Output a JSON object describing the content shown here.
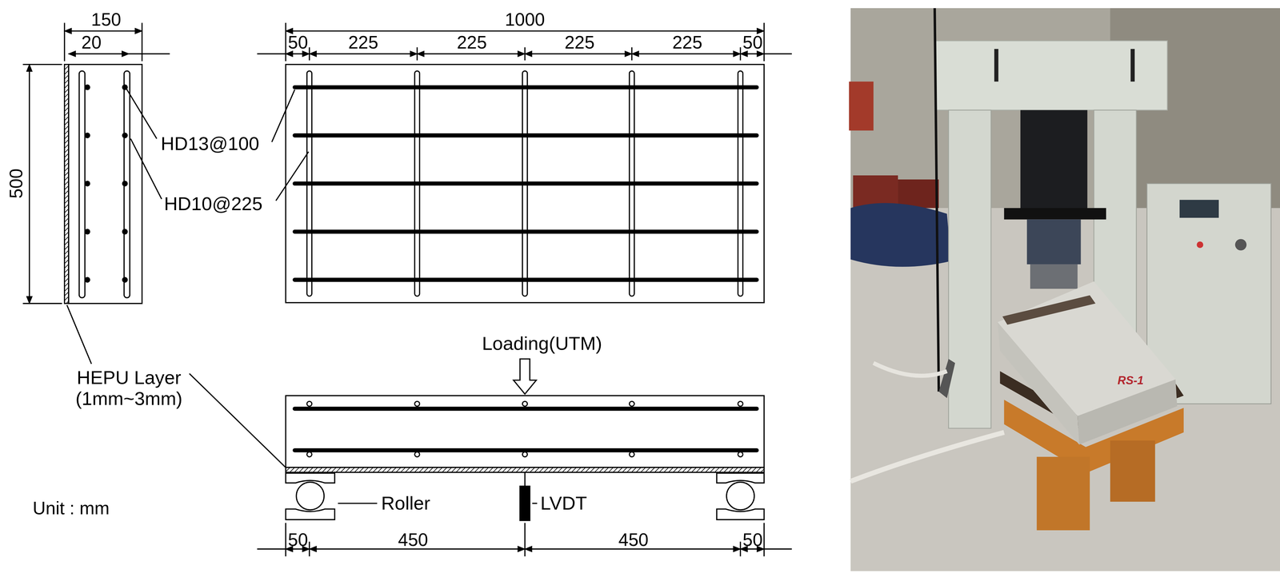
{
  "diagram": {
    "labels": [
      "150",
      "20",
      "500",
      "1000",
      "50",
      "225",
      "225",
      "225",
      "225",
      "50",
      "HD13@100",
      "HD10@225",
      "HEPU Layer (1mm~3mm)",
      "Loading(UTM)",
      "Unit : mm",
      "Roller",
      "LVDT",
      "50",
      "450",
      "450",
      "50",
      "RS-1"
    ]
  }
}
